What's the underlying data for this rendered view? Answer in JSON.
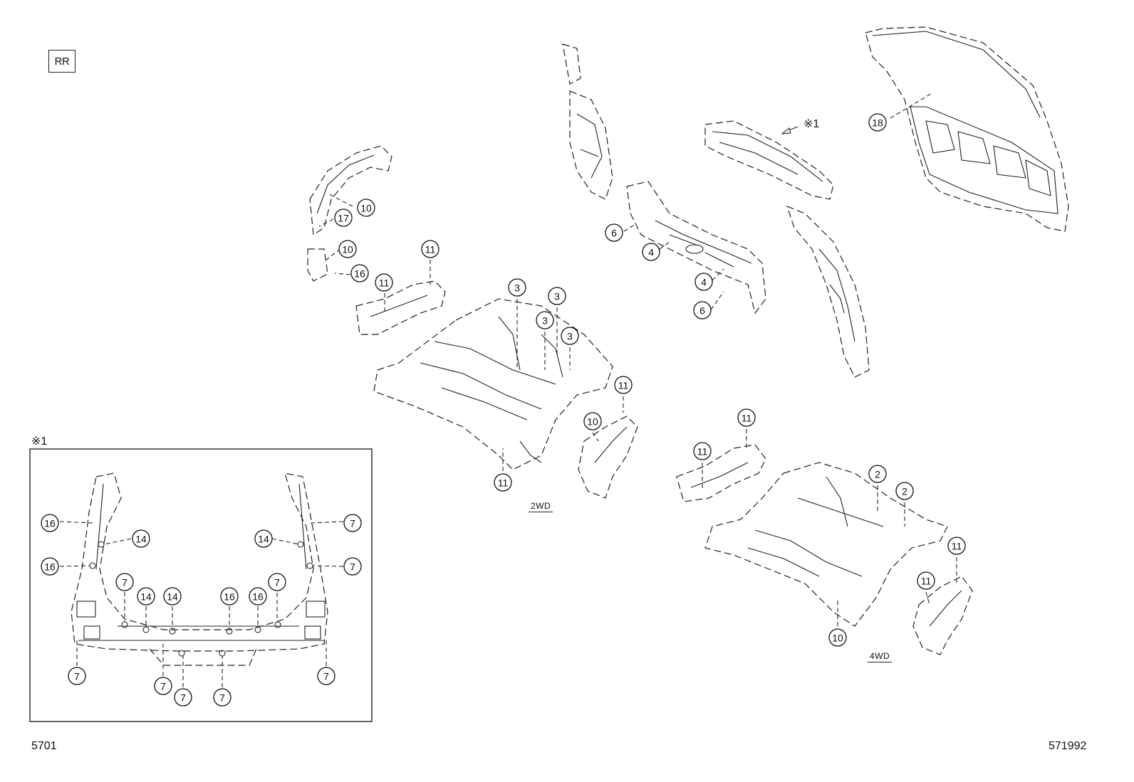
{
  "header": {
    "view_code": "RR"
  },
  "footer": {
    "left_code": "5701",
    "right_code": "571992"
  },
  "variants": {
    "two_wheel_drive": "2WD",
    "four_wheel_drive": "4WD"
  },
  "detail_reference": {
    "mark": "※1",
    "inset_label": "※1"
  },
  "callouts": {
    "main": [
      "18",
      "10",
      "17",
      "10",
      "16",
      "11",
      "11",
      "6",
      "4",
      "4",
      "6",
      "3",
      "3",
      "3",
      "3",
      "11",
      "11",
      "10",
      "11",
      "11",
      "2",
      "2",
      "11",
      "11",
      "10"
    ],
    "inset": [
      "16",
      "14",
      "16",
      "14",
      "7",
      "7",
      "7",
      "7",
      "14",
      "14",
      "16",
      "16",
      "7",
      "7",
      "7",
      "7",
      "7"
    ]
  },
  "icons": {
    "callout": "circled-number",
    "view_arrow": "arrow-icon"
  }
}
